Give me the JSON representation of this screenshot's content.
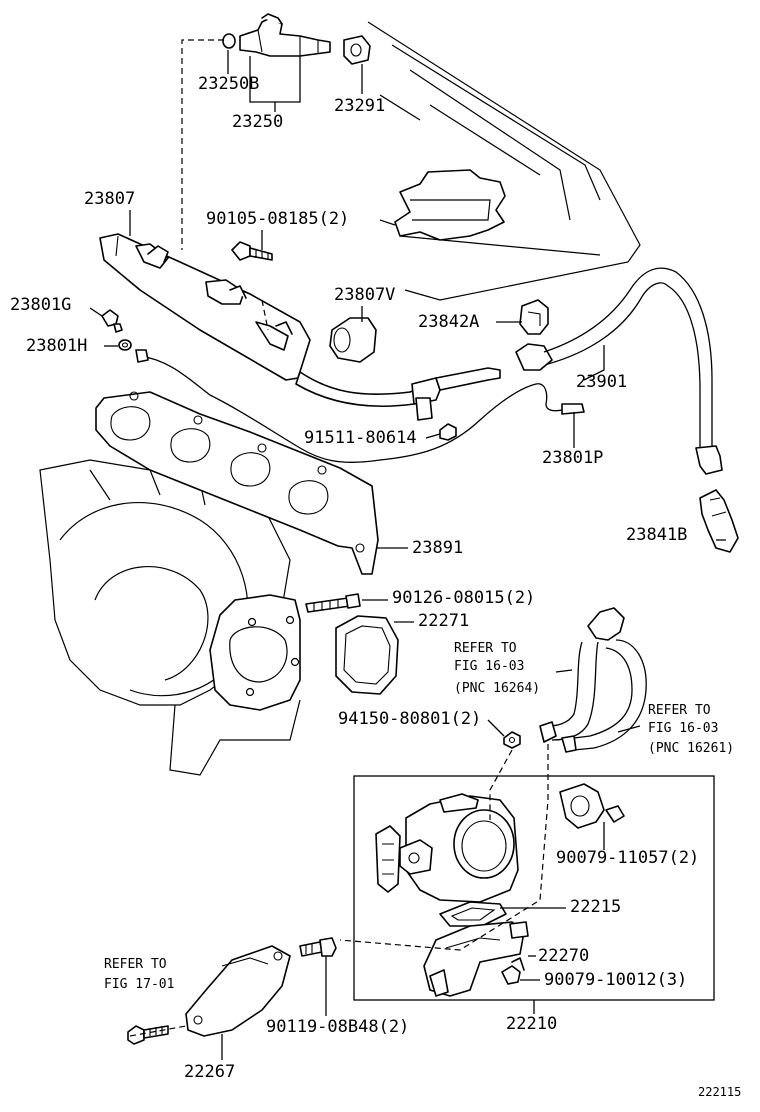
{
  "labels": {
    "p23250b": "23250B",
    "p23250": "23250",
    "p23291": "23291",
    "p23807": "23807",
    "p90105": "90105-08185(2)",
    "p23801g": "23801G",
    "p23801h": "23801H",
    "p23807v": "23807V",
    "p23842a": "23842A",
    "p23901": "23901",
    "p91511": "91511-80614",
    "p23801p": "23801P",
    "p23891": "23891",
    "p23841b": "23841B",
    "p90126": "90126-08015(2)",
    "p22271": "22271",
    "p94150": "94150-80801(2)",
    "p90079a": "90079-11057(2)",
    "p22215": "22215",
    "p22270": "22270",
    "p90079b": "90079-10012(3)",
    "p90119": "90119-08B48(2)",
    "p22210": "22210",
    "p22267": "22267"
  },
  "refs": {
    "r1603a_line1": "REFER TO",
    "r1603a_line2": "FIG 16-03",
    "r1603a_line3": "(PNC 16264)",
    "r1603b_line1": "REFER TO",
    "r1603b_line2": "FIG 16-03",
    "r1603b_line3": "(PNC 16261)",
    "r1701_line1": "REFER TO",
    "r1701_line2": "FIG 17-01"
  },
  "diagram_code": "222115"
}
